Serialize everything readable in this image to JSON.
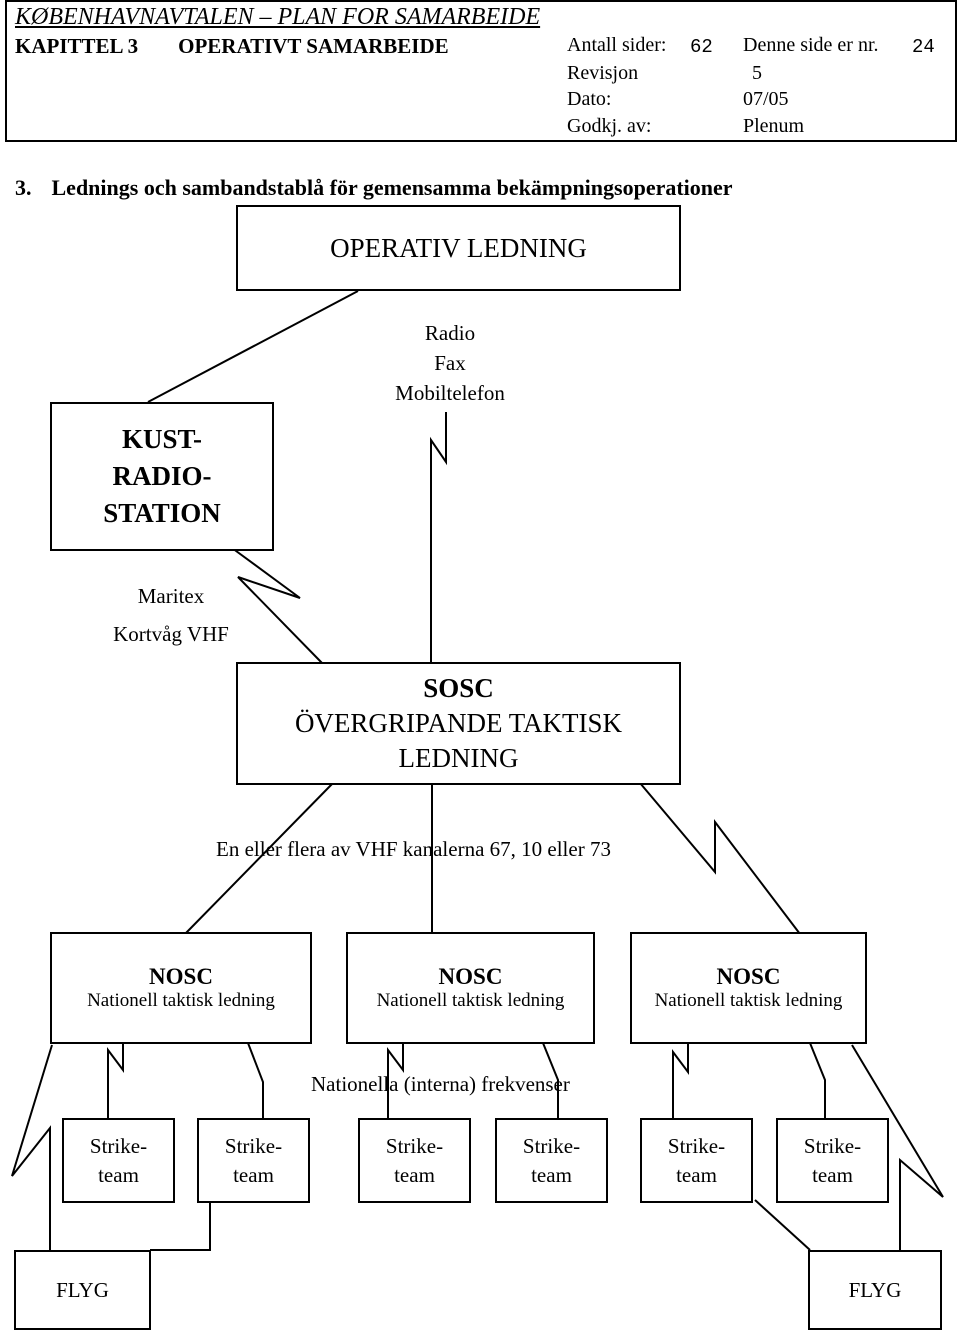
{
  "header": {
    "title": "KØBENHAVNAVTALEN – PLAN FOR SAMARBEIDE",
    "chapter": "KAPITTEL 3",
    "chapter_title": "OPERATIVT SAMARBEIDE",
    "pages_label": "Antall sider:",
    "pages_value": "62",
    "page_label": "Denne side er nr.",
    "page_value": "24",
    "revision_label": "Revisjon",
    "revision_value": "5",
    "date_label": "Dato:",
    "date_value": "07/05",
    "approved_label": "Godkj. av:",
    "approved_value": "Plenum"
  },
  "section": {
    "number": "3.",
    "title": "Lednings och sambandstablå för gemensamma bekämpningsoperationer"
  },
  "diagram": {
    "operativ": "OPERATIV LEDNING",
    "radio_links": [
      "Radio",
      "Fax",
      "Mobiltelefon"
    ],
    "kust": [
      "KUST-",
      "RADIO-",
      "STATION"
    ],
    "maritex": [
      "Maritex",
      "Kortvåg VHF"
    ],
    "sosc_title": "SOSC",
    "sosc_lines": [
      "ÖVERGRIPANDE TAKTISK",
      "LEDNING"
    ],
    "vhf_note": "En eller flera av VHF kanalerna 67, 10 eller 73",
    "nosc": [
      {
        "title": "NOSC",
        "subtitle": "Nationell taktisk ledning"
      },
      {
        "title": "NOSC",
        "subtitle": "Nationell taktisk ledning"
      },
      {
        "title": "NOSC",
        "subtitle": "Nationell taktisk ledning"
      }
    ],
    "internal_note": "Nationella (interna) frekvenser",
    "strike": [
      [
        "Strike-",
        "team"
      ],
      [
        "Strike-",
        "team"
      ],
      [
        "Strike-",
        "team"
      ],
      [
        "Strike-",
        "team"
      ],
      [
        "Strike-",
        "team"
      ],
      [
        "Strike-",
        "team"
      ]
    ],
    "flyg": [
      "FLYG",
      "FLYG"
    ]
  }
}
